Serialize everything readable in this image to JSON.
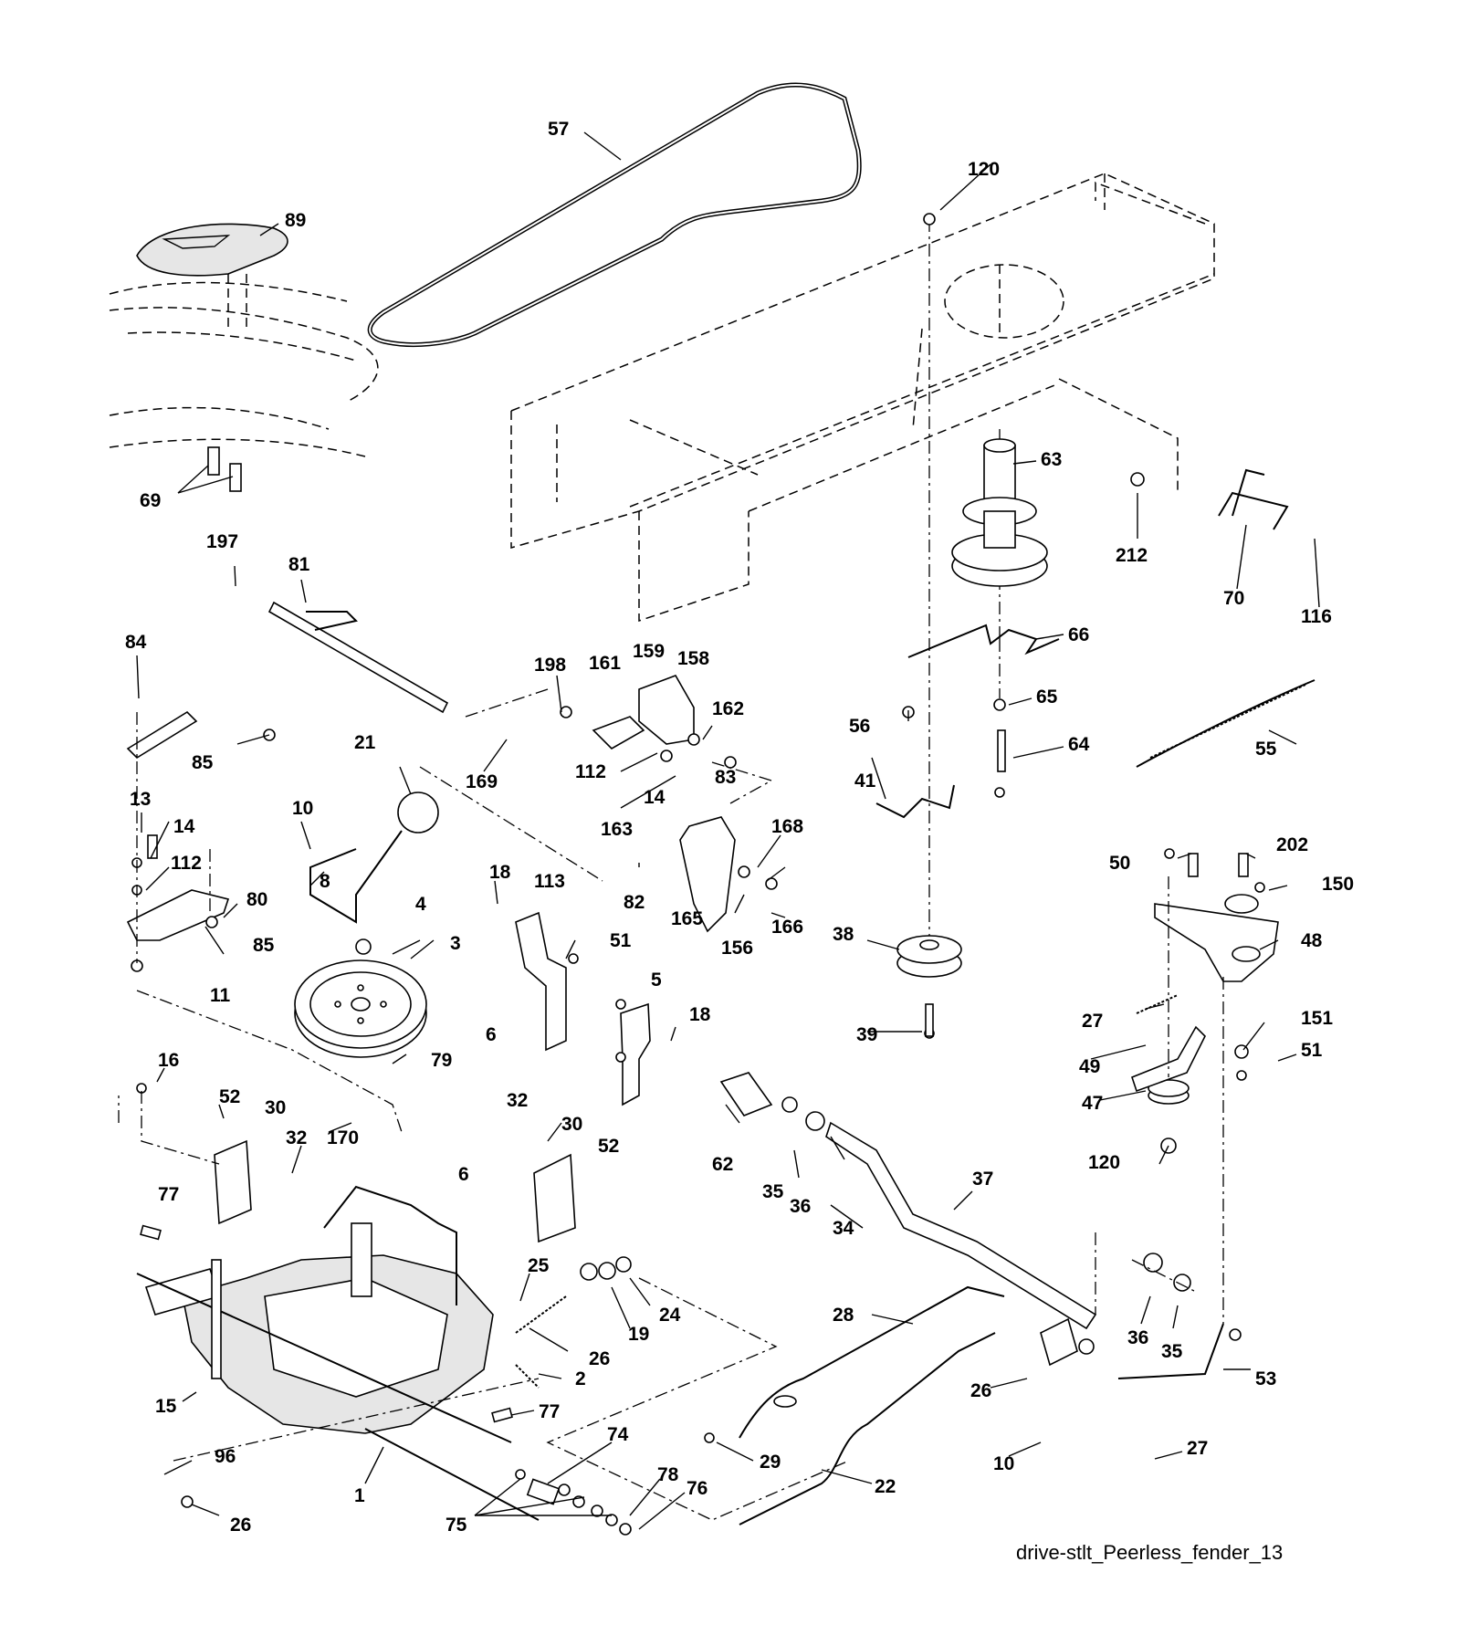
{
  "diagram": {
    "caption": "drive-stlt_Peerless_fender_13",
    "callouts": [
      "57",
      "120",
      "89",
      "69",
      "63",
      "212",
      "70",
      "116",
      "197",
      "81",
      "84",
      "198",
      "161",
      "159",
      "158",
      "66",
      "85",
      "162",
      "56",
      "65",
      "21",
      "112",
      "14",
      "169",
      "64",
      "55",
      "83",
      "41",
      "10",
      "163",
      "13",
      "14",
      "168",
      "8",
      "82",
      "165",
      "166",
      "112",
      "80",
      "18",
      "113",
      "156",
      "85",
      "4",
      "51",
      "38",
      "50",
      "202",
      "150",
      "3",
      "48",
      "11",
      "5",
      "6",
      "18",
      "27",
      "39",
      "151",
      "16",
      "79",
      "51",
      "49",
      "52",
      "30",
      "32",
      "170",
      "32",
      "30",
      "62",
      "47",
      "77",
      "6",
      "52",
      "35",
      "36",
      "120",
      "37",
      "34",
      "25",
      "24",
      "19",
      "28",
      "26",
      "36",
      "35",
      "15",
      "2",
      "53",
      "26",
      "77",
      "96",
      "74",
      "29",
      "10",
      "27",
      "1",
      "78",
      "76",
      "22",
      "26",
      "75"
    ]
  }
}
